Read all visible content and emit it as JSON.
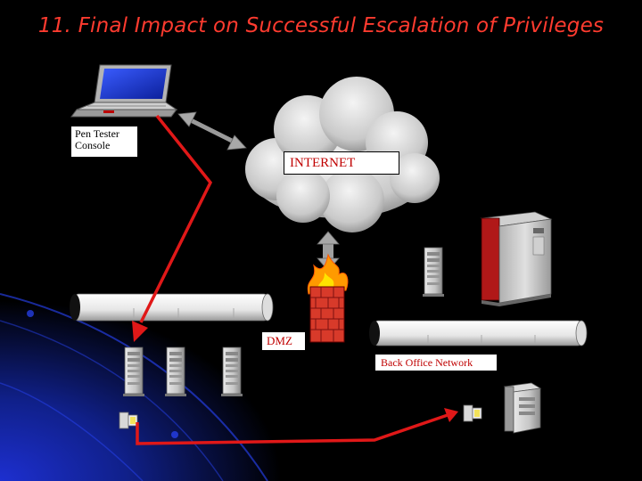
{
  "slide": {
    "title": "11. Final Impact on Successful Escalation of Privileges"
  },
  "labels": {
    "console": [
      "Pen Tester",
      "Console"
    ],
    "internet": "INTERNET",
    "dmz": "DMZ",
    "back_office": "Back Office Network"
  },
  "icons": {
    "pen_tester": "laptop-icon",
    "internet": "cloud-icon",
    "firewall": "firewall-icon",
    "dmz_servers": "tower-server-icon",
    "back_office_server": "tower-server-icon",
    "mainframe": "mainframe-icon",
    "access_points": "plug-icon"
  },
  "colors": {
    "title": "#ff3b2f",
    "attack_path": "#e01818",
    "label_text": "#c00000",
    "background": "#000000",
    "accent_blue": "#1a2aa8"
  }
}
